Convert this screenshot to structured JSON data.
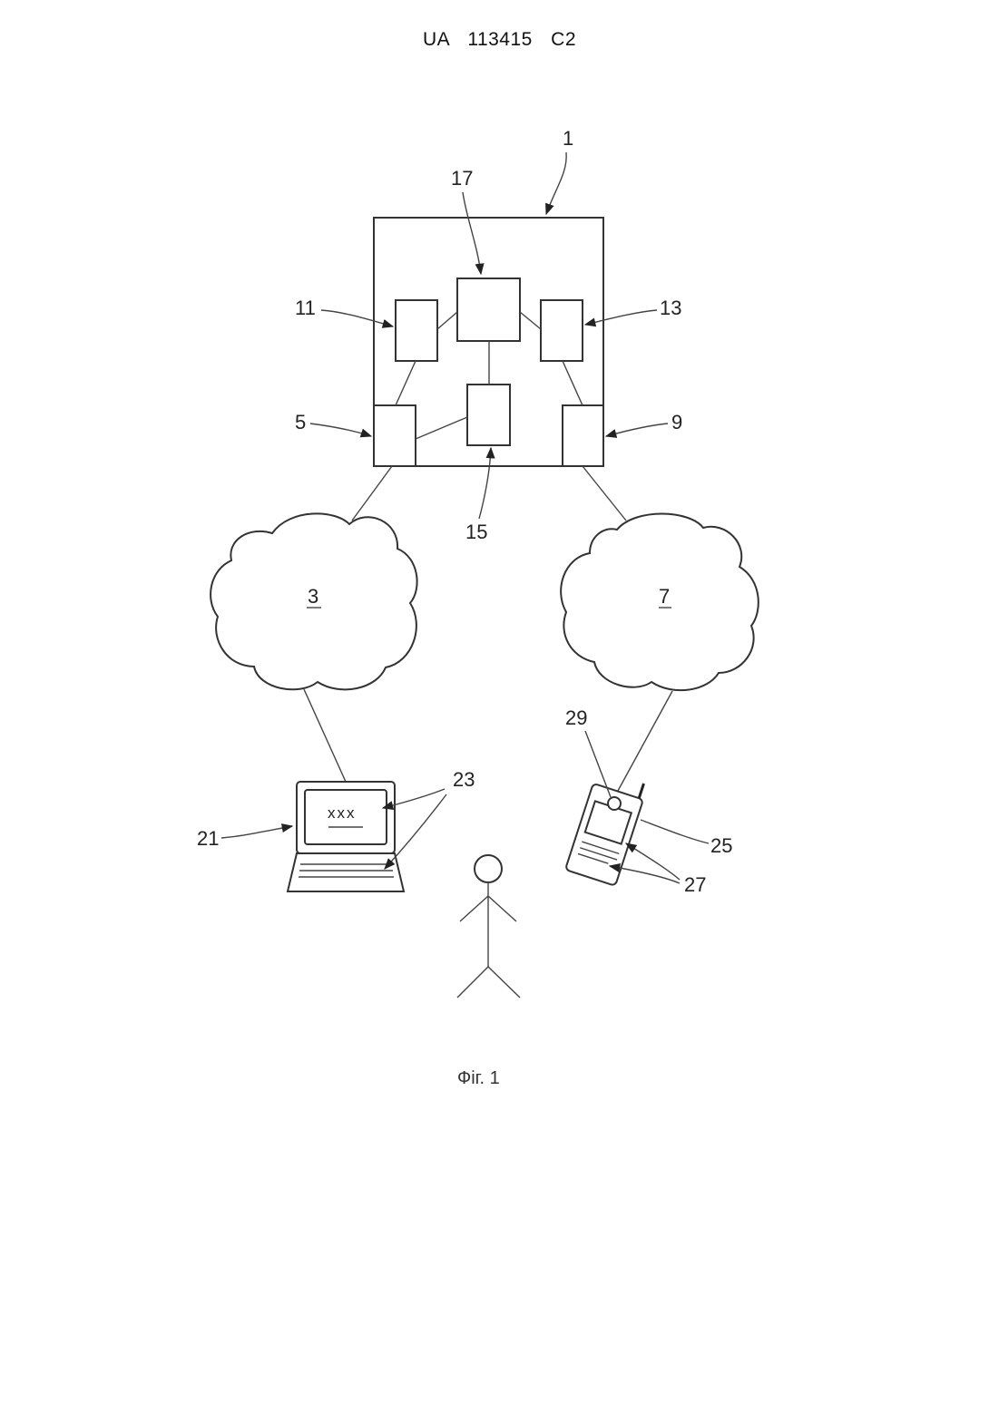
{
  "header": {
    "doc_number": "UA 113415 C2"
  },
  "labels": {
    "system": "1",
    "network_left": "3",
    "module_5": "5",
    "network_right": "7",
    "module_9": "9",
    "module_11": "11",
    "module_13": "13",
    "module_15": "15",
    "module_17": "17",
    "computer": "21",
    "computer_elements": "23",
    "mobile_device": "25",
    "mobile_elements": "27",
    "camera": "29"
  },
  "screen_text": "xxx",
  "caption": "Фіг. 1"
}
